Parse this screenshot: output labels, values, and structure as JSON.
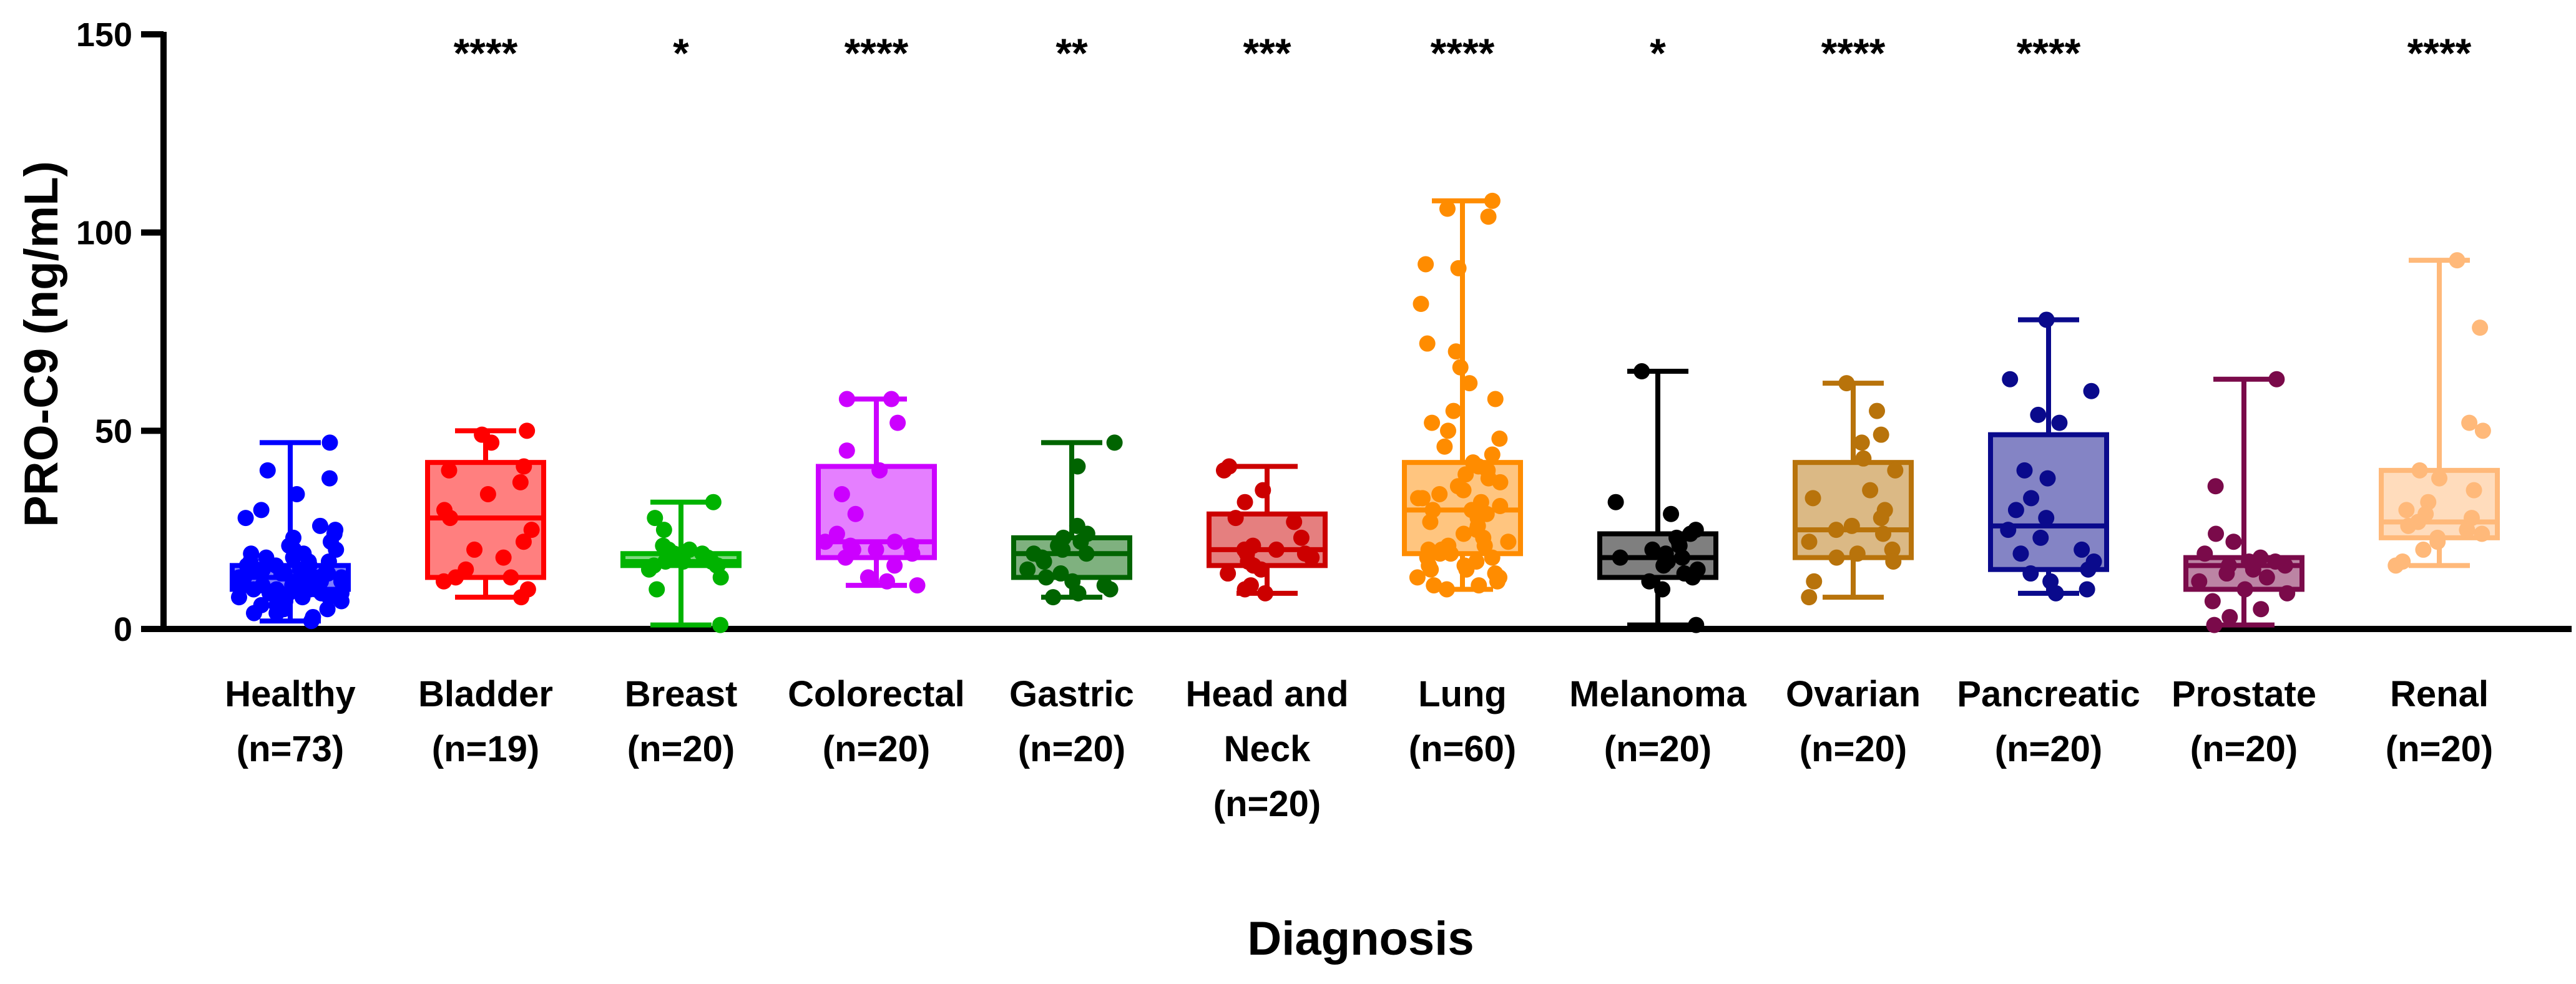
{
  "chart_data": {
    "type": "box",
    "xlabel": "Diagnosis",
    "ylabel": "PRO-C9 (ng/mL)",
    "ylim": [
      0,
      150
    ],
    "yticks": [
      0,
      50,
      100,
      150
    ],
    "grid": false,
    "groups": [
      {
        "label": [
          "Healthy",
          "(n=73)"
        ],
        "color": "#0000ff",
        "min": 2,
        "q1": 10,
        "median": 13,
        "q3": 16,
        "max": 47,
        "sig": "",
        "points": [
          47,
          40,
          38,
          34,
          30,
          28,
          26,
          25,
          24,
          23,
          22,
          21,
          20,
          20,
          19,
          19,
          18,
          18,
          17,
          17,
          17,
          16,
          16,
          16,
          15,
          15,
          15,
          15,
          14,
          14,
          14,
          14,
          13,
          13,
          13,
          13,
          13,
          12,
          12,
          12,
          12,
          12,
          11,
          11,
          11,
          11,
          11,
          10,
          10,
          10,
          10,
          10,
          10,
          9,
          9,
          9,
          9,
          9,
          8,
          8,
          8,
          8,
          7,
          7,
          7,
          6,
          6,
          5,
          5,
          4,
          4,
          3,
          2
        ]
      },
      {
        "label": [
          "Bladder",
          "(n=19)"
        ],
        "color": "#ff0000",
        "min": 8,
        "q1": 13,
        "median": 28,
        "q3": 42,
        "max": 50,
        "sig": "****",
        "points": [
          50,
          49,
          47,
          41,
          40,
          37,
          34,
          30,
          28,
          25,
          22,
          20,
          18,
          15,
          13,
          13,
          12,
          10,
          8
        ]
      },
      {
        "label": [
          "Breast",
          "(n=20)"
        ],
        "color": "#00b300",
        "min": 1,
        "q1": 16,
        "median": 17,
        "q3": 19,
        "max": 32,
        "sig": "*",
        "points": [
          32,
          28,
          25,
          21,
          20,
          20,
          19,
          19,
          18,
          18,
          17,
          17,
          17,
          16,
          16,
          16,
          15,
          13,
          10,
          1
        ]
      },
      {
        "label": [
          "Colorectal",
          "(n=20)"
        ],
        "color": "#cc00ff",
        "min": 11,
        "q1": 18,
        "median": 22,
        "q3": 41,
        "max": 58,
        "sig": "****",
        "points": [
          58,
          58,
          52,
          45,
          40,
          34,
          29,
          24,
          22,
          22,
          21,
          21,
          20,
          20,
          19,
          18,
          16,
          13,
          12,
          11
        ]
      },
      {
        "label": [
          "Gastric",
          "(n=20)"
        ],
        "color": "#006400",
        "min": 8,
        "q1": 13,
        "median": 19,
        "q3": 23,
        "max": 47,
        "sig": "**",
        "points": [
          47,
          41,
          26,
          24,
          23,
          22,
          21,
          20,
          19,
          19,
          18,
          17,
          15,
          14,
          13,
          12,
          11,
          10,
          9,
          8
        ]
      },
      {
        "label": [
          "Head and",
          "Neck",
          "(n=20)"
        ],
        "color": "#cc0000",
        "min": 9,
        "q1": 16,
        "median": 20,
        "q3": 29,
        "max": 41,
        "sig": "***",
        "points": [
          41,
          40,
          35,
          32,
          28,
          27,
          23,
          21,
          20,
          20,
          19,
          19,
          18,
          17,
          16,
          15,
          14,
          11,
          10,
          9
        ]
      },
      {
        "label": [
          "Lung",
          "(n=60)"
        ],
        "color": "#ff8c00",
        "min": 10,
        "q1": 19,
        "median": 30,
        "q3": 42,
        "max": 108,
        "sig": "****",
        "points": [
          108,
          106,
          104,
          92,
          91,
          82,
          72,
          70,
          66,
          62,
          58,
          55,
          52,
          50,
          48,
          46,
          44,
          42,
          41,
          40,
          39,
          38,
          37,
          36,
          35,
          34,
          33,
          33,
          32,
          31,
          30,
          30,
          29,
          28,
          27,
          26,
          25,
          24,
          23,
          22,
          21,
          21,
          20,
          20,
          19,
          19,
          18,
          18,
          17,
          16,
          16,
          15,
          15,
          14,
          13,
          13,
          12,
          11,
          11,
          10
        ]
      },
      {
        "label": [
          "Melanoma",
          "(n=20)"
        ],
        "color": "#000000",
        "min": 1,
        "q1": 13,
        "median": 18,
        "q3": 24,
        "max": 65,
        "sig": "*",
        "points": [
          65,
          32,
          29,
          25,
          24,
          23,
          22,
          21,
          20,
          19,
          18,
          18,
          17,
          16,
          15,
          14,
          13,
          12,
          10,
          1
        ]
      },
      {
        "label": [
          "Ovarian",
          "(n=20)"
        ],
        "color": "#b8730b",
        "min": 8,
        "q1": 18,
        "median": 25,
        "q3": 42,
        "max": 62,
        "sig": "****",
        "points": [
          62,
          55,
          49,
          47,
          43,
          40,
          35,
          33,
          30,
          28,
          26,
          25,
          24,
          22,
          20,
          19,
          18,
          17,
          12,
          8
        ]
      },
      {
        "label": [
          "Pancreatic",
          "(n=20)"
        ],
        "color": "#0a0a8c",
        "min": 9,
        "q1": 15,
        "median": 26,
        "q3": 49,
        "max": 78,
        "sig": "****",
        "points": [
          78,
          63,
          60,
          54,
          52,
          40,
          38,
          33,
          30,
          28,
          25,
          23,
          20,
          19,
          17,
          15,
          14,
          12,
          10,
          9
        ]
      },
      {
        "label": [
          "Prostate",
          "(n=20)"
        ],
        "color": "#7a0a4a",
        "min": 1,
        "q1": 10,
        "median": 16,
        "q3": 18,
        "max": 63,
        "sig": "",
        "points": [
          63,
          36,
          24,
          22,
          19,
          18,
          17,
          17,
          16,
          16,
          15,
          14,
          13,
          12,
          10,
          9,
          7,
          5,
          3,
          1
        ]
      },
      {
        "label": [
          "Renal",
          "(n=20)"
        ],
        "color": "#ffb97a",
        "min": 16,
        "q1": 23,
        "median": 27,
        "q3": 40,
        "max": 93,
        "sig": "****",
        "points": [
          93,
          76,
          52,
          50,
          40,
          38,
          35,
          32,
          30,
          29,
          28,
          27,
          26,
          25,
          24,
          23,
          22,
          20,
          17,
          16
        ]
      }
    ]
  }
}
